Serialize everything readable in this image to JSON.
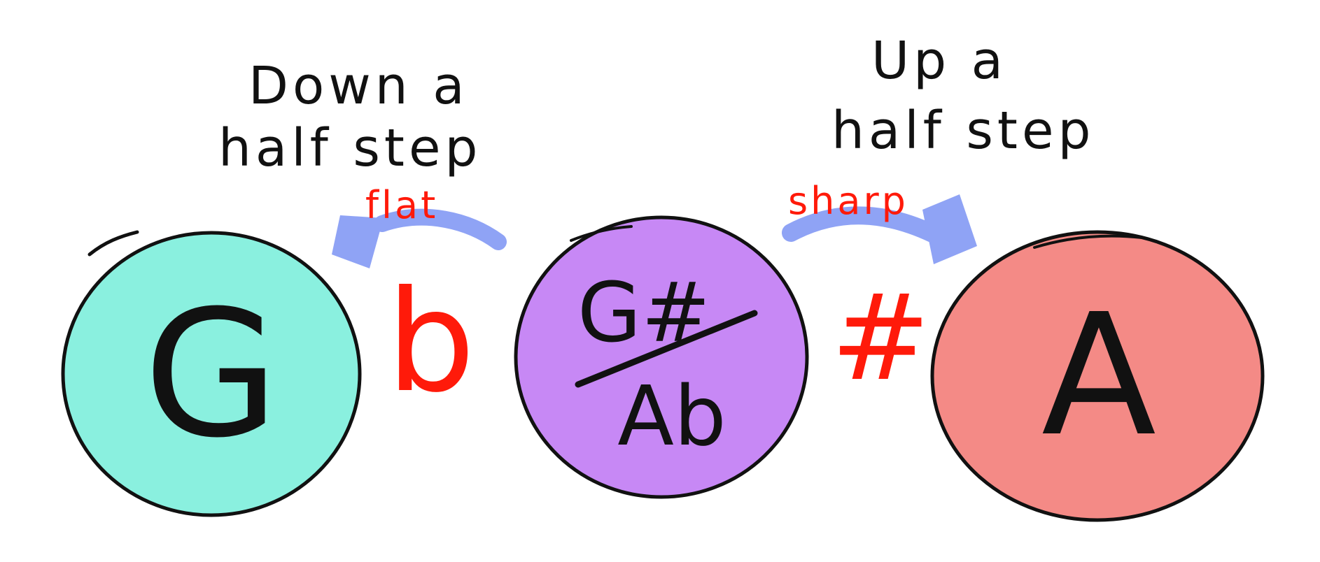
{
  "captions": {
    "down_line1": "Down a",
    "down_line2": "half step",
    "up_line1": "Up a",
    "up_line2": "half step"
  },
  "arrows": {
    "left_label": "flat",
    "right_label": "sharp",
    "color": "#8fa3f5"
  },
  "symbols": {
    "flat": "b",
    "sharp": "#"
  },
  "notes": {
    "left": "G",
    "middle_top": "G#",
    "middle_bottom": "Ab",
    "right": "A"
  },
  "colors": {
    "left_note": "#8af0df",
    "middle_note": "#c788f5",
    "right_note": "#f48a86",
    "accent_red": "#ff1a0a",
    "outline": "#111111"
  }
}
